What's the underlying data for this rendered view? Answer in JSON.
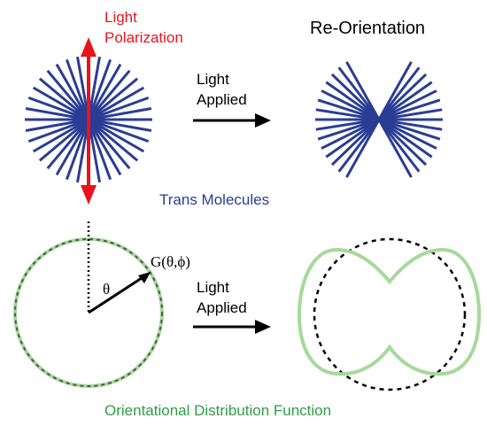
{
  "labels": {
    "light_polarization_line1": "Light",
    "light_polarization_line2": "Polarization",
    "reorientation": "Re-Orientation",
    "light_applied_top_line1": "Light",
    "light_applied_top_line2": "Applied",
    "trans_molecules": "Trans Molecules",
    "theta": "θ",
    "g_function": "G(θ,ϕ)",
    "light_applied_bottom_line1": "Light",
    "light_applied_bottom_line2": "Applied",
    "orientational_distribution": "Orientational Distribution Function"
  },
  "colors": {
    "red": "#e8141b",
    "blue": "#2a3d94",
    "green": "#2e9e45",
    "light_green": "#a6d99a",
    "black": "#000000"
  }
}
